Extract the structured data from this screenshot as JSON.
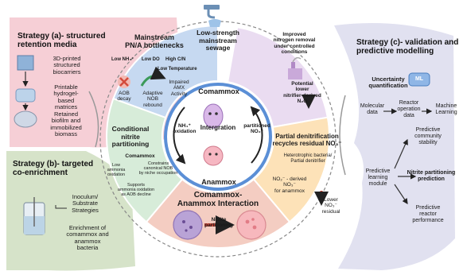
{
  "strategies": {
    "a_title": "Strategy (a)- structured\nretention media",
    "a_items": [
      "3D-printed\nstructured\nbiocarriers",
      "Printable\nhydrogel-\nbased\nmatrices",
      "Retained\nbiofilm and\nimmobilized\nbiomass"
    ],
    "b_title": "Strategy (b)- targeted\nco-enrichment",
    "b_items": [
      "Inoculum/\nSubstrate\nStrategies",
      "Enrichment of\ncomammox and\nanammox\nbacteria"
    ],
    "c_title": "Strategy (c)- validation and\npredictive modelling",
    "c_uncertainty": "Uncertainty\nquantification",
    "c_ml": "ML",
    "c_flow": [
      "Molecular\ndata",
      "Reactor\noperation\ndata",
      "Machine\nLearning"
    ],
    "c_module": "Predictive\nlearning\nmodule",
    "c_outputs": [
      "Predictive\ncommunity\nstability",
      "Nitrite partitioning\nprediction",
      "Predictive\nreactor\nperformance"
    ]
  },
  "sectors": {
    "mainstream_title": "Mainstream\nPN/A bottlenecks",
    "mainstream_conditions": [
      "Low NH₄⁺",
      "Low DO",
      "High C/N",
      "Low Temperature"
    ],
    "mainstream_effects": [
      "AOB\ndecay",
      "Adaptive\nNOB\nrebound",
      "Impaired\nAMX\nActivity"
    ],
    "improved": "Improved\nnitrogen removal\nunder controlled\nconditions",
    "potential": "Potential\nlower\nnitrifier-derived\nN₂O",
    "conditional_title": "Conditional\nnitrite\npartitioning",
    "conditional_sub": "Comammox",
    "conditional_items": [
      "Low\nammonia\noxidation",
      "Constrains\ncanonical NOB\nby niche occupation",
      "Supports\nammonia oxidation\nas AOB decline"
    ],
    "partial_title": "Partial denitrification\nrecycles residual NO₃⁻",
    "partial_sub": "Heterotrophic bacteria/\nPartial denitrifier",
    "partial_items": [
      "NO₂⁻ - derived\nNO₃⁻\nfor anammox",
      "Lower\nNO₃⁻ residual"
    ],
    "interaction_title": "Comammox-\nAnammox Interaction",
    "interaction_arrow": "Nitrite\npartitioning"
  },
  "center": {
    "top": "Comammox",
    "bottom": "Anammox",
    "middle": "Intergration",
    "left": "NH₄⁺\noxidation",
    "right": "partitioned\nNO₂⁻"
  },
  "source": "Low-strength\nmainstream\nsewage",
  "colors": {
    "strategy_a": "#f6cfd6",
    "strategy_b": "#d6e3c9",
    "strategy_c": "#e1e1f0",
    "mainstream": "#c6d9f1",
    "improved": "#eadcf1",
    "conditional": "#d7ecd9",
    "partial": "#fde2b8",
    "interaction": "#f4cdc2",
    "arrow_red": "#d34b3c",
    "arrow_green": "#3c9a5a"
  }
}
